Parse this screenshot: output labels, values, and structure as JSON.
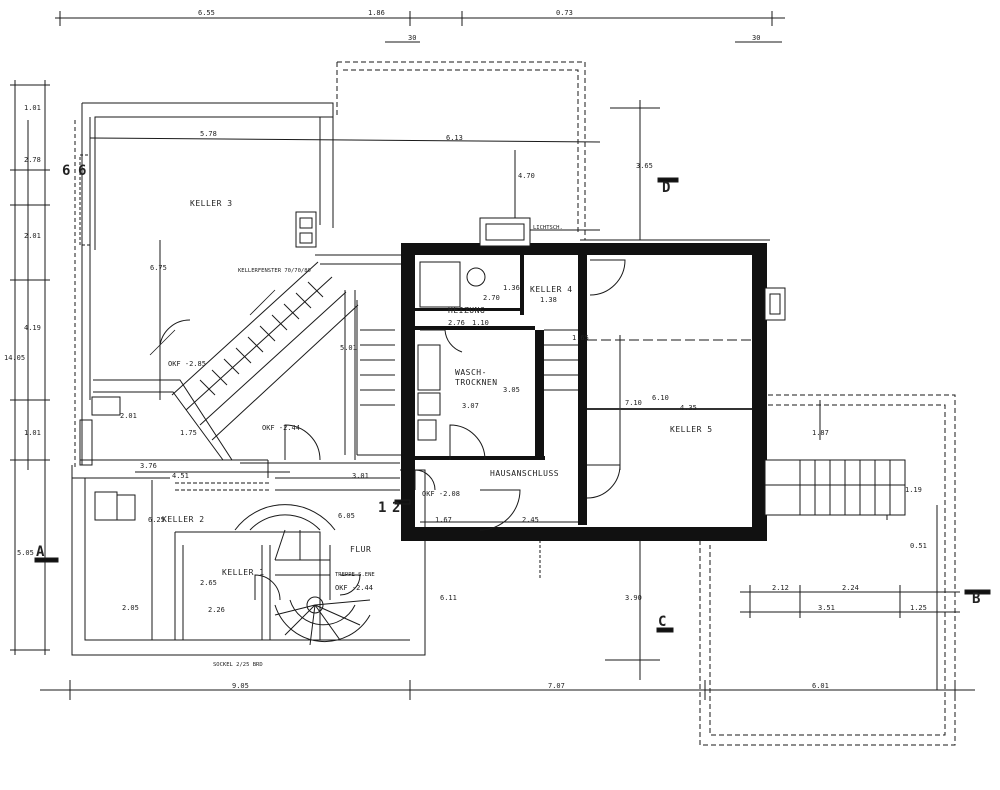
{
  "colors": {
    "ink": "#1a1a1a",
    "paper": "#ffffff",
    "wall": "#111111"
  },
  "rooms": {
    "keller1": "KELLER 1",
    "keller2": "KELLER 2",
    "keller3": "KELLER 3",
    "keller4": "KELLER 4",
    "keller5": "KELLER 5",
    "heizung": "HEIZUNG",
    "wasch_line1": "WASCH-",
    "wasch_line2": "TROCKNEN",
    "hausanschluss": "HAUSANSCHLUSS",
    "flur": "FLUR"
  },
  "markers": {
    "a": "A",
    "b": "B",
    "c": "C",
    "d": "D",
    "one": "1",
    "two": "2",
    "six": "6"
  },
  "notes": {
    "okf_285": "OKF -2.85",
    "okf_244_left": "OKF -2.44",
    "okf_208": "OKF -2.08",
    "okf_244_flur": "OKF -2.44",
    "treppe": "TREPPE S.ENE",
    "lichtschacht": "LICHTSCH.",
    "sockel": "SOCKEL 2/25 BRD",
    "kellerfenster": "KELLERFENSTER 70/70/80"
  },
  "dims": {
    "top_1": "6.55",
    "top_2": "1.86",
    "top_3": "0.73",
    "top_30": "30",
    "d_578": "5.78",
    "d_613": "6.13",
    "d_470": "4.70",
    "d_675": "6.75",
    "d_501": "5.01",
    "d_136": "1.36",
    "d_270": "2.70",
    "d_276": "2.76",
    "d_110": "1.10",
    "d_138": "1.38",
    "d_307": "3.07",
    "d_305": "3.05",
    "d_376": "3.76",
    "d_451": "4.51",
    "d_301": "3.01",
    "d_201": "2.01",
    "d_175": "1.75",
    "d_625": "6.25",
    "d_265": "2.65",
    "d_226": "2.26",
    "d_205": "2.05",
    "d_167": "1.67",
    "d_245": "2.45",
    "d_710": "7.10",
    "d_610": "6.10",
    "d_435": "4.35",
    "d_365": "3.65",
    "d_165": "1.65",
    "d_212": "2.12",
    "d_224": "2.24",
    "d_351": "3.51",
    "d_125": "1.25",
    "d_605": "6.05",
    "d_390": "3.90",
    "d_611": "6.11",
    "d_905": "9.05",
    "d_707": "7.07",
    "d_601": "6.01",
    "left_1": "1.01",
    "left_2": "2.01",
    "left_3": "4.19",
    "left_4": "1.01",
    "left_5": "5.05",
    "left_6": "2.78",
    "left_7": "14.05",
    "d_051": "0.51",
    "d_119": "1.19",
    "d_187": "1.87"
  }
}
